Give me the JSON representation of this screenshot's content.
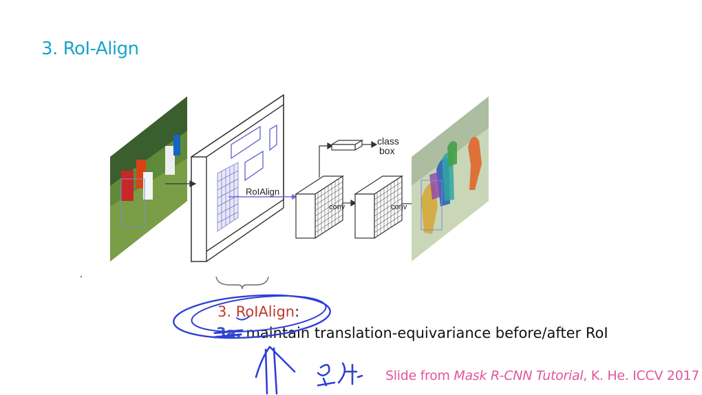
{
  "slide": {
    "title": "3. RoI-Align"
  },
  "diagram": {
    "roialign_label": "RoIAlign",
    "conv_label_1": "conv",
    "conv_label_2": "conv",
    "class_label": "class",
    "box_label": "box"
  },
  "caption": {
    "heading_number": "3. ",
    "heading_term": "RoIAlign",
    "heading_colon": ":",
    "item_number": "3a.",
    "item_text": " maintain translation-equivariance before/after RoI"
  },
  "credit": {
    "prefix": "Slide from ",
    "source": "Mask R-CNN Tutorial",
    "suffix": ", K. He. ICCV 2017"
  },
  "annotation": {
    "handwritten_note": "유사"
  },
  "colors": {
    "title": "#1aa3cc",
    "pen": "#2f3fd6",
    "credit": "#e0569a",
    "heading_red": "#c0392b"
  }
}
